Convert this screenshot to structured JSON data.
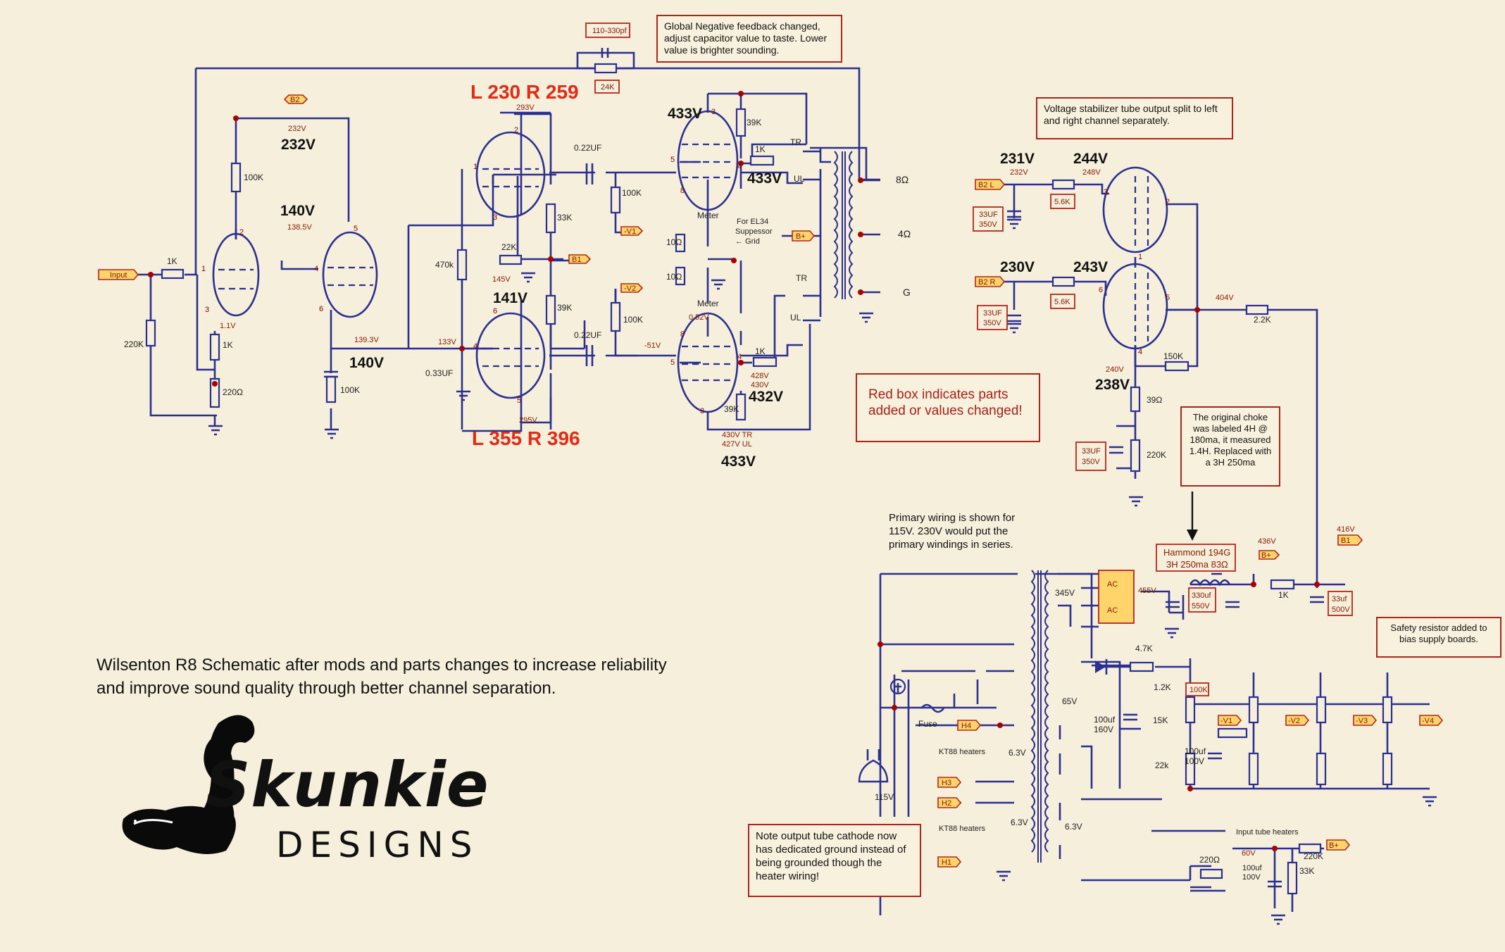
{
  "title_lines": [
    "Wilsenton R8 Schematic after mods and parts changes to increase reliability",
    "and improve sound quality through better channel separation."
  ],
  "brand": {
    "name": "Skunkie",
    "subtitle": "DESIGNS"
  },
  "notes": {
    "feedback": "Global Negative feedback changed, adjust capacitor value to taste. Lower value is brighter sounding.",
    "stabilizer": "Voltage stabilizer tube output split to left and right channel separately.",
    "redbox": "Red box indicates parts added or values changed!",
    "choke": "The original choke was labeled 4H @ 180ma, it measured 1.4H. Replaced with a 3H 250ma",
    "primary": "Primary wiring is shown for 115V. 230V would put the primary windings in series.",
    "safety": "Safety resistor added to bias supply boards.",
    "cathode": "Note output tube cathode now has dedicated ground instead of being grounded though the heater wiring!"
  },
  "changed_parts": {
    "fb_cap": "110-330pf",
    "fb_res": "24K",
    "stab_r1": "5.6K",
    "stab_r2": "5.6K",
    "stab_c1": [
      "33UF",
      "350V"
    ],
    "stab_c2": [
      "33UF",
      "350V"
    ],
    "stab_c3": [
      "33UF",
      "350V"
    ],
    "choke": [
      "Hammond 194G",
      "3H 250ma 83Ω"
    ],
    "psu_cap": [
      "330uf",
      "550V"
    ],
    "out_cap": [
      "33uf",
      "500V"
    ],
    "bias_res": "100K"
  },
  "rail_tags": {
    "input": "Input",
    "b2": "B2",
    "b1": "B1",
    "bplus": "B+",
    "v1": "-V1",
    "v2": "-V2",
    "b2l": "B2 L",
    "b2r": "B2 R",
    "b1_out": "B1",
    "bplus_psu": "B+",
    "bias": [
      "-V1",
      "-V2",
      "-V3",
      "-V4"
    ],
    "h1": "H1",
    "h2": "H2",
    "h3": "H3",
    "h4": "H4",
    "bplus_heater": "B+"
  },
  "big_voltages": {
    "v232": "232V",
    "v140a": "140V",
    "v140b": "140V",
    "v141": "141V",
    "v433a": "433V",
    "v433b": "433V",
    "v432": "432V",
    "v433c": "433V",
    "v231": "231V",
    "v244": "244V",
    "v230": "230V",
    "v243": "243V",
    "v238": "238V"
  },
  "channel_labels": {
    "top": "L 230 R 259",
    "bottom": "L 355 R 396"
  },
  "small_voltages": {
    "s232": "232V",
    "s138": "138.5V",
    "s11": "1.1V",
    "s1393": "139.3V",
    "s293": "293V",
    "s145": "145V",
    "s133": "133V",
    "s295": "295V",
    "s51": "-51V",
    "s052": "0.52V",
    "s428": "428V",
    "s430": "430V",
    "s430tr": "430V TR",
    "s427ul": "427V UL",
    "s232b": "232V",
    "s248": "248V",
    "s404": "404V",
    "s240": "240V",
    "s436": "436V",
    "s416": "416V",
    "s455": "455V",
    "s60": "60V"
  },
  "components": {
    "r1k_in": "1K",
    "r220k": "220K",
    "r100k_a": "100K",
    "r1k_k": "1K",
    "r220ohm": "220Ω",
    "r100k_b": "100K",
    "r470k": "470k",
    "c033": "0.33UF",
    "r22k": "22K",
    "r33k": "33K",
    "r39k_a": "39K",
    "c022_a": "0.22UF",
    "c022_b": "0.22UF",
    "r100k_c": "100K",
    "r100k_d": "100K",
    "r10_a": "10Ω",
    "r10_b": "10Ω",
    "meter_a": "Meter",
    "meter_b": "Meter",
    "el34": "For EL34 Suppessor ← Grid",
    "r39k_b": "39K",
    "r1k_g1": "1K",
    "r1k_g2": "1K",
    "r39k_c": "39K",
    "tr1": "TR",
    "ul1": "UL",
    "tr2": "TR",
    "ul2": "UL",
    "o8": "8Ω",
    "o4": "4Ω",
    "og": "G",
    "r22k2": "2.2K",
    "r150k": "150K",
    "r39ohm": "39Ω",
    "r220k_b": "220K",
    "v345": "345V",
    "r1k_psu": "1K",
    "v65": "65V",
    "r47k": "4.7K",
    "c100_160": [
      "100uf",
      "160V"
    ],
    "r12k": "1.2K",
    "r15k": "15K",
    "c100_100": [
      "100uf",
      "100V"
    ],
    "r22k_b": "22k",
    "fuse": "Fuse",
    "kt88a": "KT88 heaters",
    "kt88b": "KT88 heaters",
    "v63a": "6.3V",
    "v63b": "6.3V",
    "v63c": "6.3V",
    "v115": "115V",
    "input_heaters": "Input tube heaters",
    "r220_h": "220Ω",
    "r220k_h": "220K",
    "c100_h": [
      "100uf",
      "100V"
    ],
    "r33k_h": "33K"
  },
  "pin_numbers": [
    "1",
    "2",
    "3",
    "4",
    "5",
    "6",
    "7",
    "8"
  ]
}
